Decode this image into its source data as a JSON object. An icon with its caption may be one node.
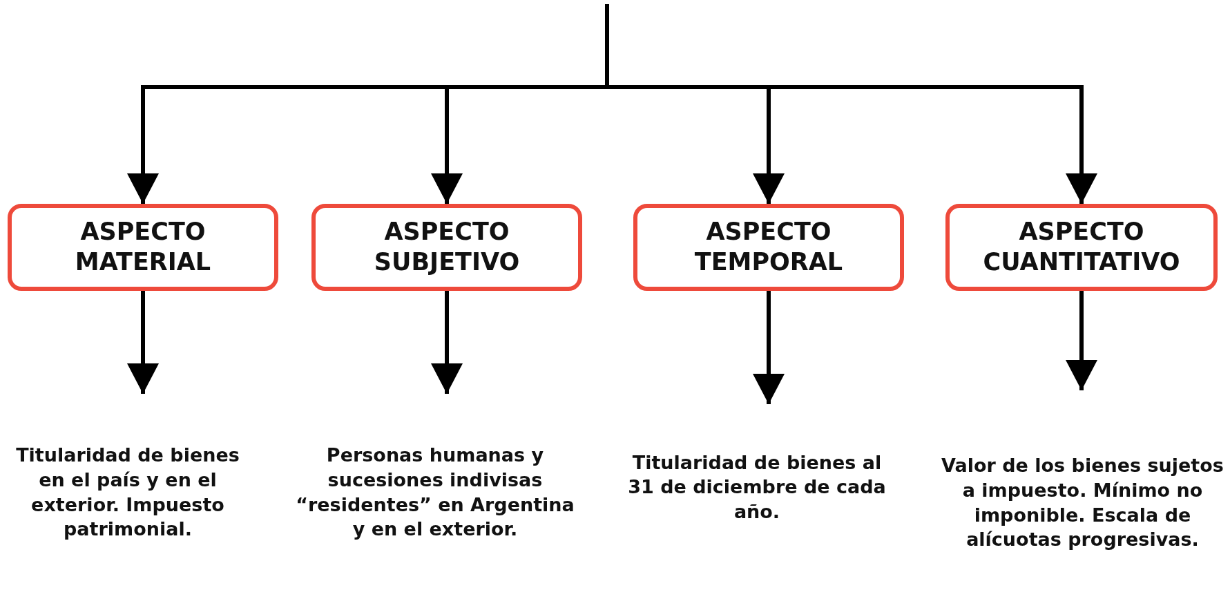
{
  "diagram": {
    "nodes": [
      {
        "text": [
          "ASPECTO MATERIAL"
        ]
      },
      {
        "text": [
          "ASPECTO SUBJETIVO"
        ]
      },
      {
        "text": [
          "ASPECTO TEMPORAL"
        ]
      },
      {
        "text": [
          "ASPECTO CUANTITATIVO"
        ]
      },
      {
        "text": [
          "Titularidad de bienes en el país y en el exterior. Impuesto patrimonial."
        ]
      },
      {
        "text": [
          "Personas humanas y sucesiones indivisas “residentes” en Argentina y en el exterior."
        ]
      },
      {
        "text": [
          "Titularidad de bienes al 31 de diciembre de cada año."
        ]
      },
      {
        "text": [
          "Valor de los bienes sujetos a impuesto. Mínimo no imponible. Escala de alícuotas progresivas."
        ]
      }
    ],
    "edges": [
      {
        "from": null,
        "to": 0,
        "arrow": "to"
      },
      {
        "from": null,
        "to": 1,
        "arrow": "to"
      },
      {
        "from": null,
        "to": 2,
        "arrow": "to"
      },
      {
        "from": null,
        "to": 3,
        "arrow": "to"
      },
      {
        "from": 0,
        "to": 4,
        "arrow": "to"
      },
      {
        "from": 1,
        "to": 5,
        "arrow": "to"
      },
      {
        "from": 2,
        "to": 6,
        "arrow": "to"
      },
      {
        "from": 3,
        "to": 7,
        "arrow": "to"
      }
    ]
  }
}
